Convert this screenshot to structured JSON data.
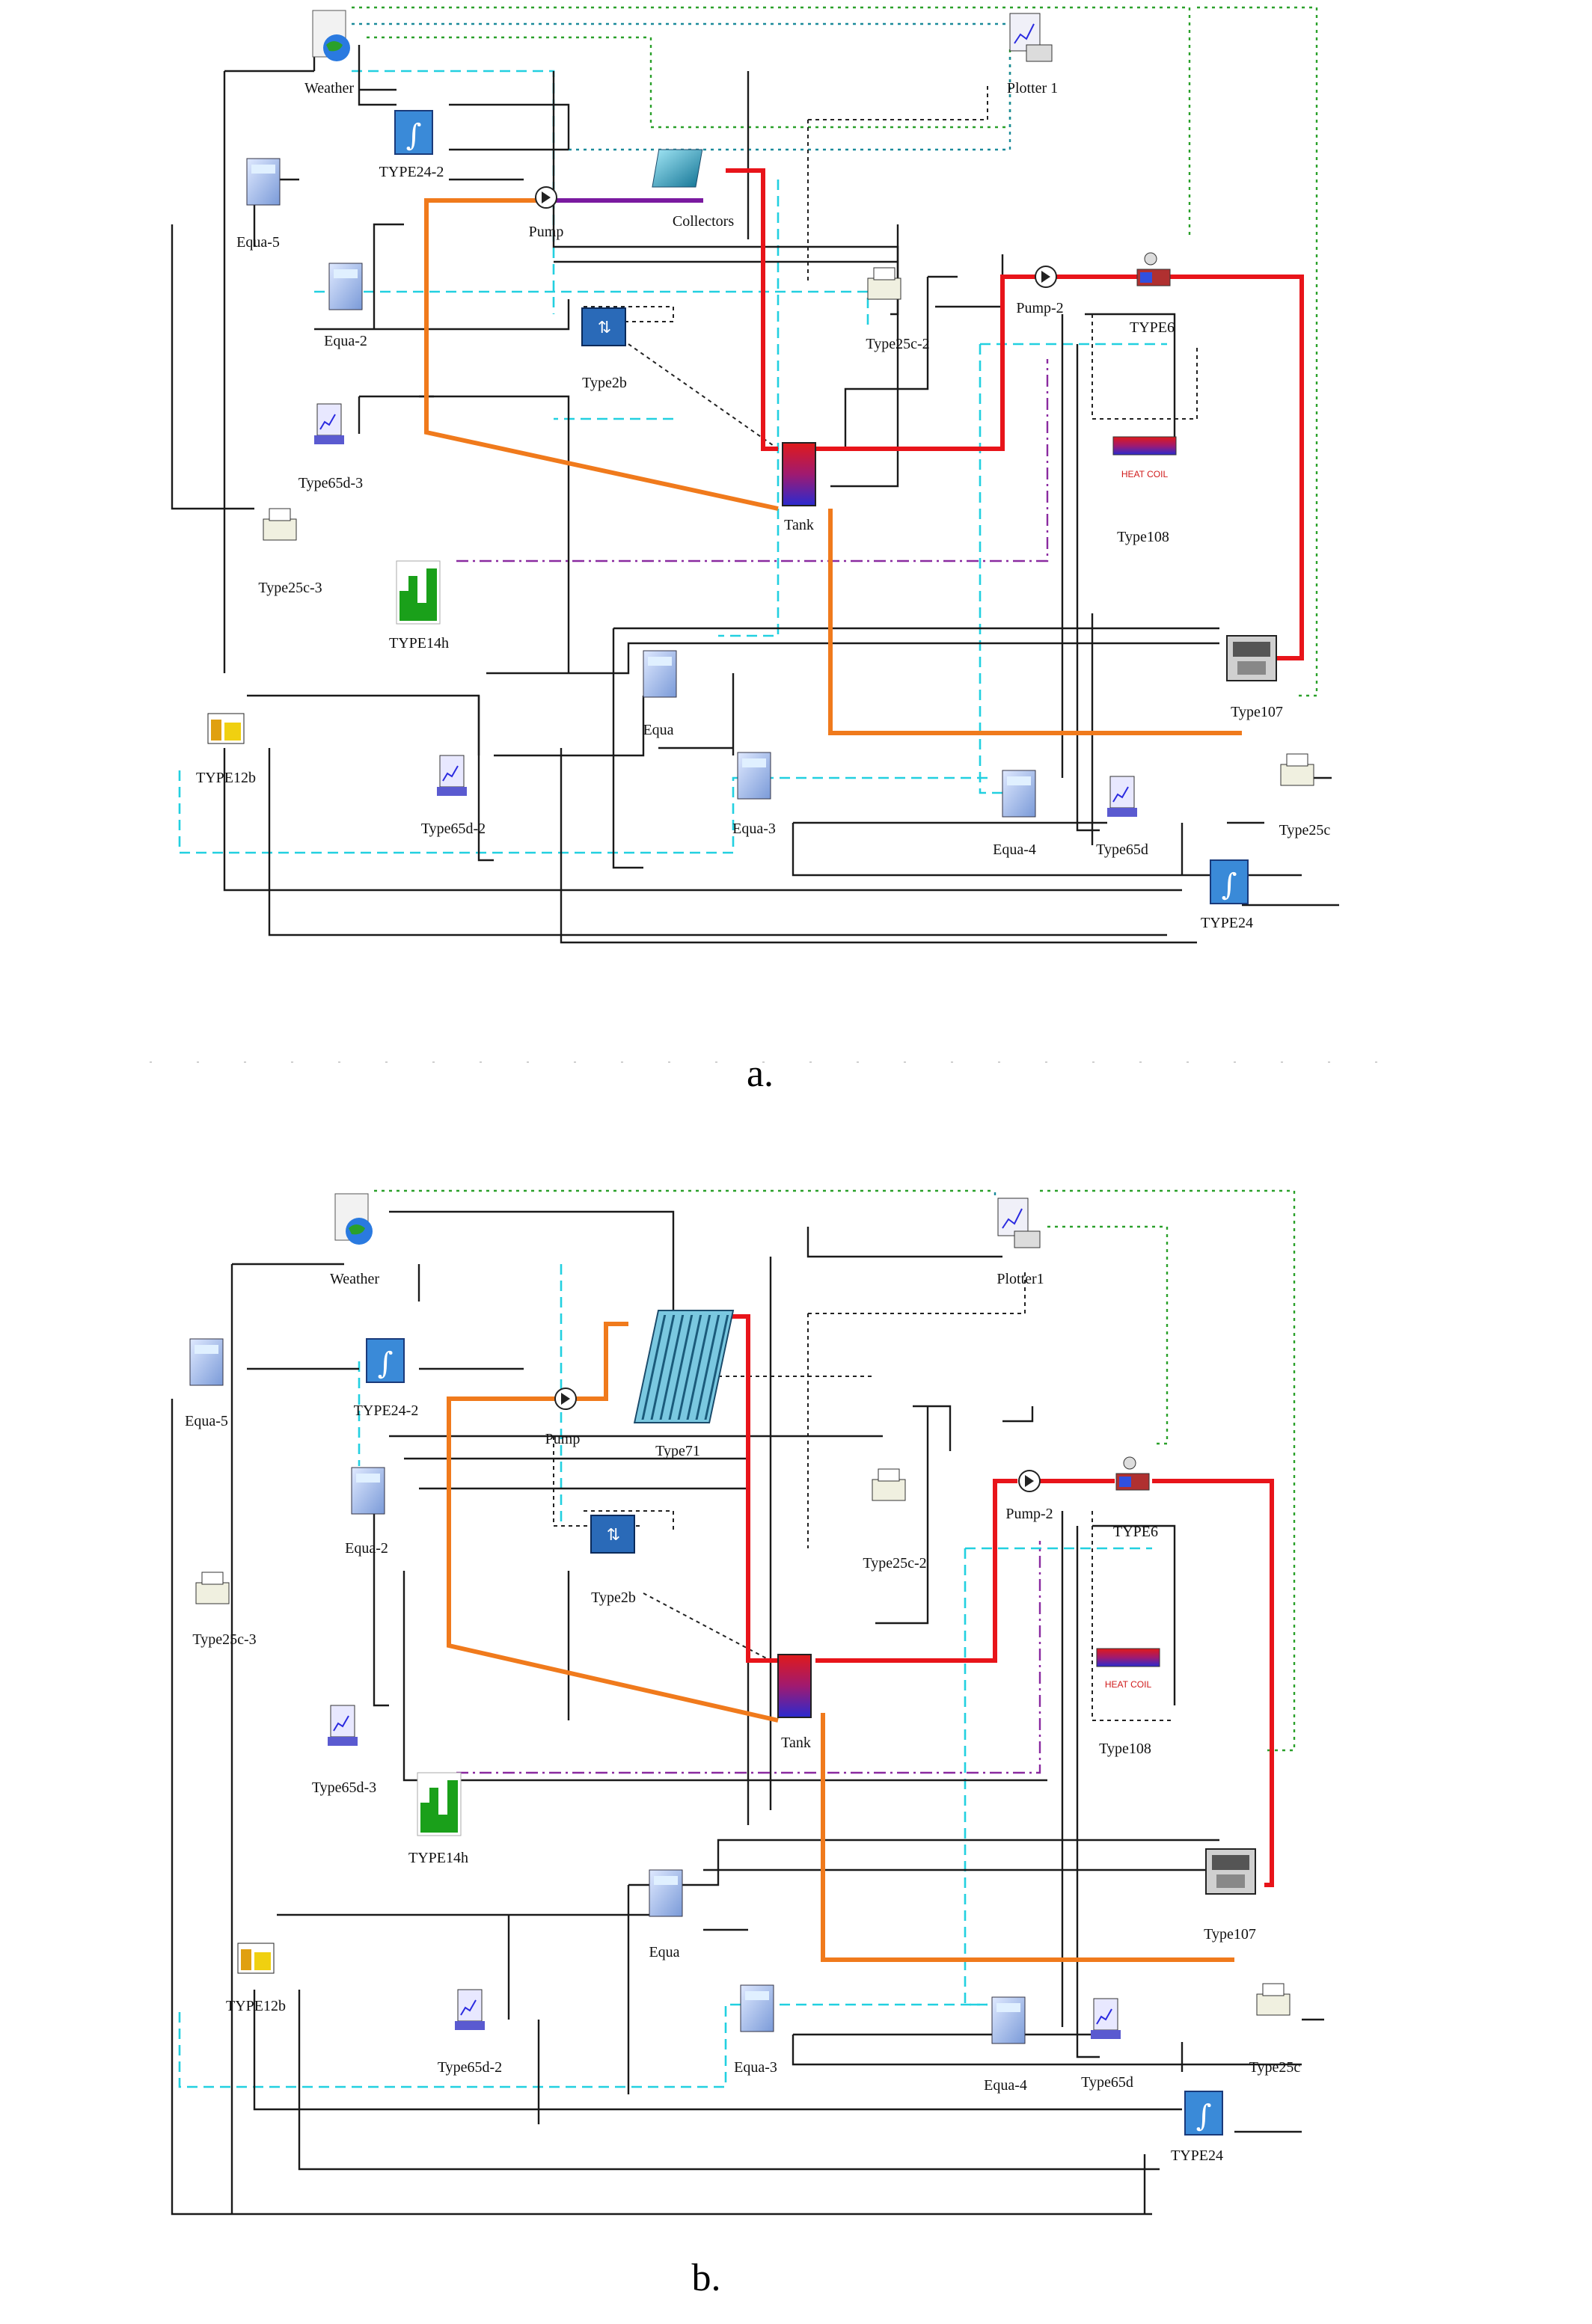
{
  "panel_a": {
    "caption": "a.",
    "labels": {
      "weather": "Weather",
      "plotter": "Plotter 1",
      "type24_2": "TYPE24-2",
      "equa5": "Equa-5",
      "pump": "Pump",
      "collectors": "Collectors",
      "pump2": "Pump-2",
      "type6": "TYPE6",
      "equa2": "Equa-2",
      "type2b": "Type2b",
      "type25c2": "Type25c-2",
      "type65d3": "Type65d-3",
      "tank": "Tank",
      "type108": "Type108",
      "type25c3": "Type25c-3",
      "type14h": "TYPE14h",
      "equa": "Equa",
      "type107": "Type107",
      "type12b": "TYPE12b",
      "type65d2": "Type65d-2",
      "equa3": "Equa-3",
      "equa4": "Equa-4",
      "type65d": "Type65d",
      "type25c": "Type25c",
      "type24": "TYPE24"
    }
  },
  "panel_b": {
    "caption": "b.",
    "labels": {
      "weather": "Weather",
      "plotter": "Plotter1",
      "type24_2": "TYPE24-2",
      "equa5": "Equa-5",
      "pump": "Pump",
      "type71": "Type71",
      "pump2": "Pump-2",
      "type6": "TYPE6",
      "equa2": "Equa-2",
      "type25c3": "Type25c-3",
      "type2b": "Type2b",
      "type25c2": "Type25c-2",
      "tank": "Tank",
      "type108": "Type108",
      "type65d3": "Type65d-3",
      "type14h": "TYPE14h",
      "equa": "Equa",
      "type107": "Type107",
      "type12b": "TYPE12b",
      "type65d2": "Type65d-2",
      "equa3": "Equa-3",
      "equa4": "Equa-4",
      "type65d": "Type65d",
      "type25c": "Type25c",
      "type24": "TYPE24"
    }
  },
  "colors": {
    "solar_loop": "#f07a1c",
    "load_loop": "#e8141a",
    "collector_link": "#7a1aa0",
    "signal": "#1a1a1a",
    "weather_link": "#22d0e0",
    "plotter_link": "#2aa02a"
  }
}
